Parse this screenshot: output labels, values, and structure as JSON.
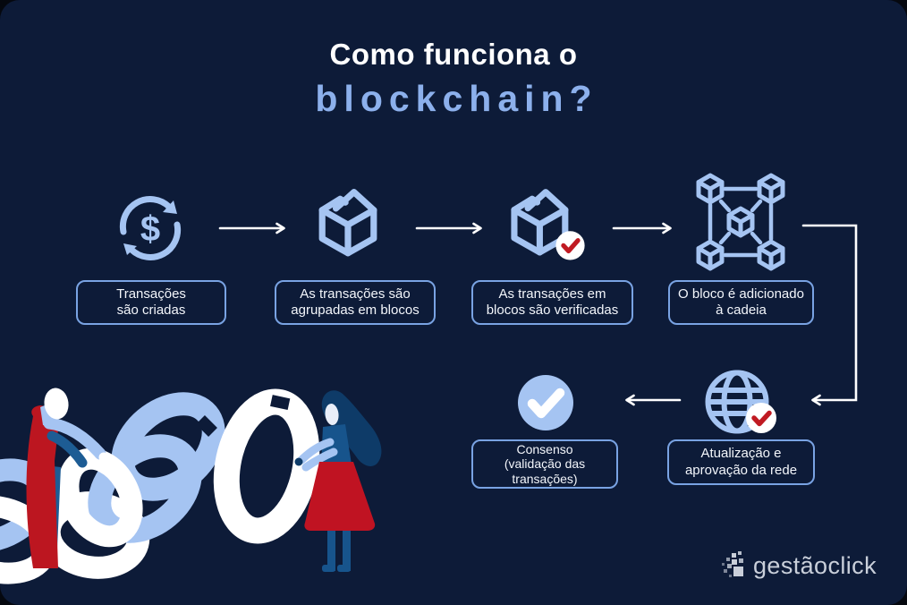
{
  "colors": {
    "background": "#0d1b38",
    "icon_blue": "#a5c4f2",
    "title_blue": "#8cb0ec",
    "box_border": "#79a3e3",
    "check_red": "#c01a22",
    "white": "#ffffff"
  },
  "title": {
    "line1": "Como funciona o",
    "line2": "blockchain?"
  },
  "steps": [
    {
      "name": "transactions-created",
      "icon": "dollar-cycle-icon",
      "label": "Transações\nsão criadas"
    },
    {
      "name": "grouped-in-blocks",
      "icon": "block-cube-icon",
      "label": "As transações são\nagrupadas em blocos"
    },
    {
      "name": "blocks-verified",
      "icon": "block-cube-check-icon",
      "label": "As transações em\nblocos são verificadas"
    },
    {
      "name": "block-added-to-chain",
      "icon": "blockchain-network-icon",
      "label": "O bloco é adicionado\nà cadeia"
    },
    {
      "name": "network-update",
      "icon": "globe-check-icon",
      "label": "Atualização e\naprovação da rede"
    },
    {
      "name": "consensus",
      "icon": "check-circle-icon",
      "label": "Consenso\n(validação das\ntransações)"
    }
  ],
  "icons": {
    "dollar_symbol": "$"
  },
  "logo": {
    "text": "gestãoclick",
    "icon": "pixel-cube-icon"
  }
}
